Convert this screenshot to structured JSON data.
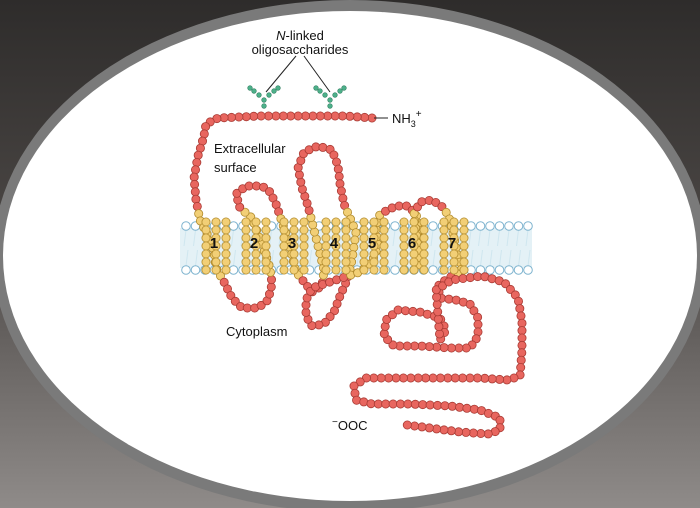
{
  "labels": {
    "glycan_line1_italic": "N",
    "glycan_line1_rest": "-linked",
    "glycan_line2": "oligosaccharides",
    "n_terminus_base": "NH",
    "n_terminus_sub": "3",
    "n_terminus_sup": "+",
    "extracellular_line1": "Extracellular",
    "extracellular_line2": "surface",
    "cytoplasm": "Cytoplasm",
    "c_terminus_sup": "−",
    "c_terminus_base": "OOC"
  },
  "helices": [
    "1",
    "2",
    "3",
    "4",
    "5",
    "6",
    "7"
  ],
  "colors": {
    "residue_fill": "#e8665f",
    "residue_stroke": "#a83a33",
    "helix_fill": "#f2cf76",
    "helix_stroke": "#b08a2c",
    "sugar": "#4db08a",
    "lipid_head_stroke": "#7fb4cf",
    "membrane_tails": "#cfe6ef",
    "frame": "#777777",
    "panel": "#ffffff"
  }
}
